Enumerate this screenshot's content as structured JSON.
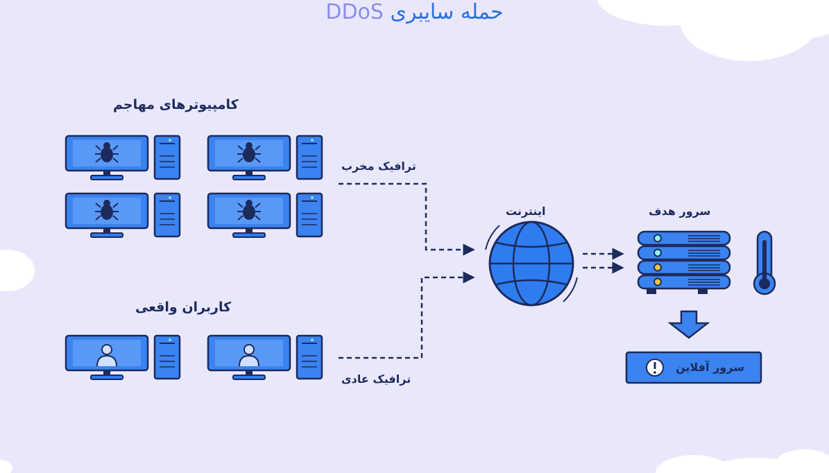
{
  "title": {
    "part_fa": "حمله سایبری",
    "part_en": "DDoS"
  },
  "labels": {
    "attackers": "کامپیوترهای مهاجم",
    "real_users": "کاربران واقعی",
    "malicious_traffic": "ترافیک مخرب",
    "normal_traffic": "ترافیک عادی",
    "internet": "اینترنت",
    "target_server": "سرور هدف",
    "server_offline": "سرور آفلاین"
  },
  "icons": {
    "attacker": "computer-with-bug-icon",
    "user": "computer-with-user-icon",
    "internet": "globe-icon",
    "server": "server-rack-icon",
    "temperature": "thermometer-icon",
    "down": "arrow-down-icon",
    "warning": "exclamation-icon"
  },
  "colors": {
    "background": "#e9e8fb",
    "primary": "#2f7cf0",
    "dark": "#1d2a5c",
    "accent": "#8b8de8"
  }
}
